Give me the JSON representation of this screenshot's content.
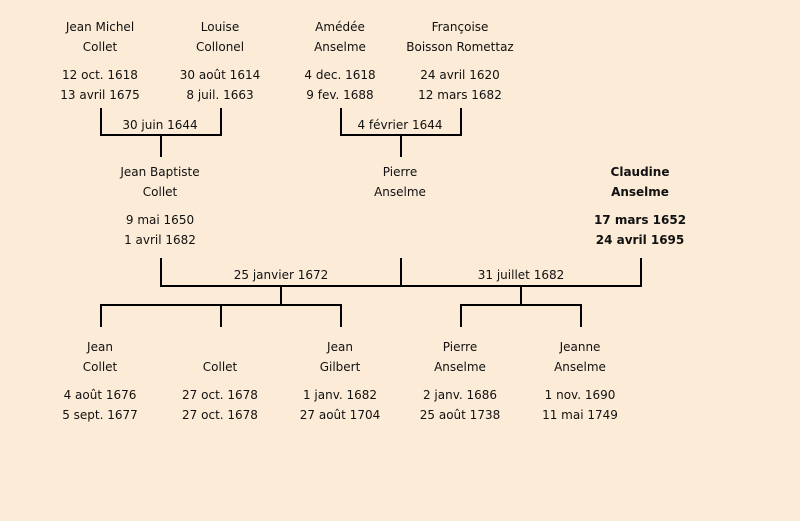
{
  "generation1": [
    {
      "first": "Jean Michel",
      "last": "Collet",
      "birth": "12 oct. 1618",
      "death": "13 avril 1675"
    },
    {
      "first": "Louise",
      "last": "Collonel",
      "birth": "30 août 1614",
      "death": "8 juil. 1663"
    },
    {
      "first": "Amédée",
      "last": "Anselme",
      "birth": "4 dec. 1618",
      "death": "9 fev. 1688"
    },
    {
      "first": "Françoise",
      "last": "Boisson Romettaz",
      "birth": "24 avril 1620",
      "death": "12 mars 1682"
    }
  ],
  "marriages1": [
    "30 juin 1644",
    "4 février 1644"
  ],
  "generation2": [
    {
      "first": "Jean Baptiste",
      "last": "Collet",
      "birth": "9 mai 1650",
      "death": "1 avril 1682"
    },
    {
      "first": "Pierre",
      "last": "Anselme"
    },
    {
      "first": "Claudine",
      "last": "Anselme",
      "birth": "17 mars 1652",
      "death": "24 avril 1695"
    }
  ],
  "marriages2": [
    "25 janvier 1672",
    "31 juillet 1682"
  ],
  "generation3": [
    {
      "first": "Jean",
      "last": "Collet",
      "birth": "4 août 1676",
      "death": "5 sept. 1677"
    },
    {
      "last": "Collet",
      "birth": "27 oct. 1678",
      "death": "27 oct. 1678"
    },
    {
      "first": "Jean",
      "last": "Gilbert",
      "birth": "1 janv. 1682",
      "death": "27 août 1704"
    },
    {
      "first": "Pierre",
      "last": "Anselme",
      "birth": "2 janv. 1686",
      "death": "25 août 1738"
    },
    {
      "first": "Jeanne",
      "last": "Anselme",
      "birth": "1 nov. 1690",
      "death": "11 mai 1749"
    }
  ]
}
